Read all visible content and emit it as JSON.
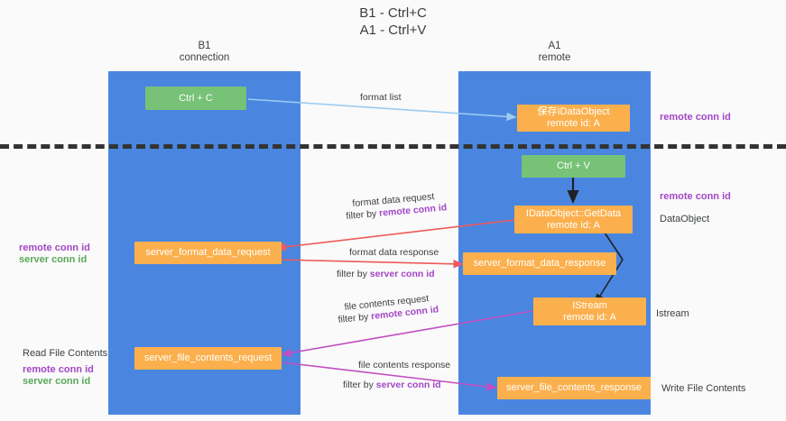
{
  "title": "B1 - Ctrl+C\nA1 - Ctrl+V",
  "lanes": [
    {
      "name": "b1",
      "header": "B1\nconnection"
    },
    {
      "name": "a1",
      "header": "A1\nremote"
    }
  ],
  "nodes": {
    "ctrl_c": "Ctrl + C",
    "save_idataobject": "保存IDataObject\nremote id: A",
    "ctrl_v": "Ctrl + V",
    "getdata": "IDataObject::GetData\nremote id: A",
    "server_format_data_request": "server_format_data_request",
    "server_format_data_response": "server_format_data_response",
    "istream": "IStream\nremote id: A",
    "server_file_contents_request": "server_file_contents_request",
    "server_file_contents_response": "server_file_contents_response"
  },
  "right_labels": {
    "remote_conn_id_top": "remote conn id",
    "remote_conn_id_mid": "remote conn id",
    "data_object": "DataObject",
    "istream": "Istream",
    "write_file_contents": "Write File Contents"
  },
  "left_labels": {
    "remote_conn_id": "remote conn id",
    "server_conn_id": "server conn id",
    "read_file_contents": "Read File Contents",
    "remote_conn_id_2": "remote conn id",
    "server_conn_id_2": "server conn id"
  },
  "edge_labels": {
    "format_list": "format list",
    "format_data_request": "format data request",
    "filter_by_remote_1_pre": "filter by ",
    "filter_by_remote_1": "remote conn id",
    "format_data_response": "format data response",
    "filter_by_server_1_pre": "filter by ",
    "filter_by_server_1": "server conn id",
    "file_contents_request": "file contents request",
    "filter_by_remote_2_pre": "filter by ",
    "filter_by_remote_2": "remote conn id",
    "file_contents_response": "file contents response",
    "filter_by_server_2_pre": "filter by ",
    "filter_by_server_2": "server conn id"
  },
  "colors": {
    "lane": "#4a86e0",
    "green_node": "#77c277",
    "orange_node": "#fbb04d",
    "purple_text": "#a347c6",
    "green_text": "#5aa85a",
    "arrow_blue": "#9ecbef",
    "arrow_red": "#ef5a5a",
    "arrow_magenta": "#c14ec1",
    "arrow_black": "#202124",
    "divider": "#333333",
    "background": "#fafafa"
  }
}
